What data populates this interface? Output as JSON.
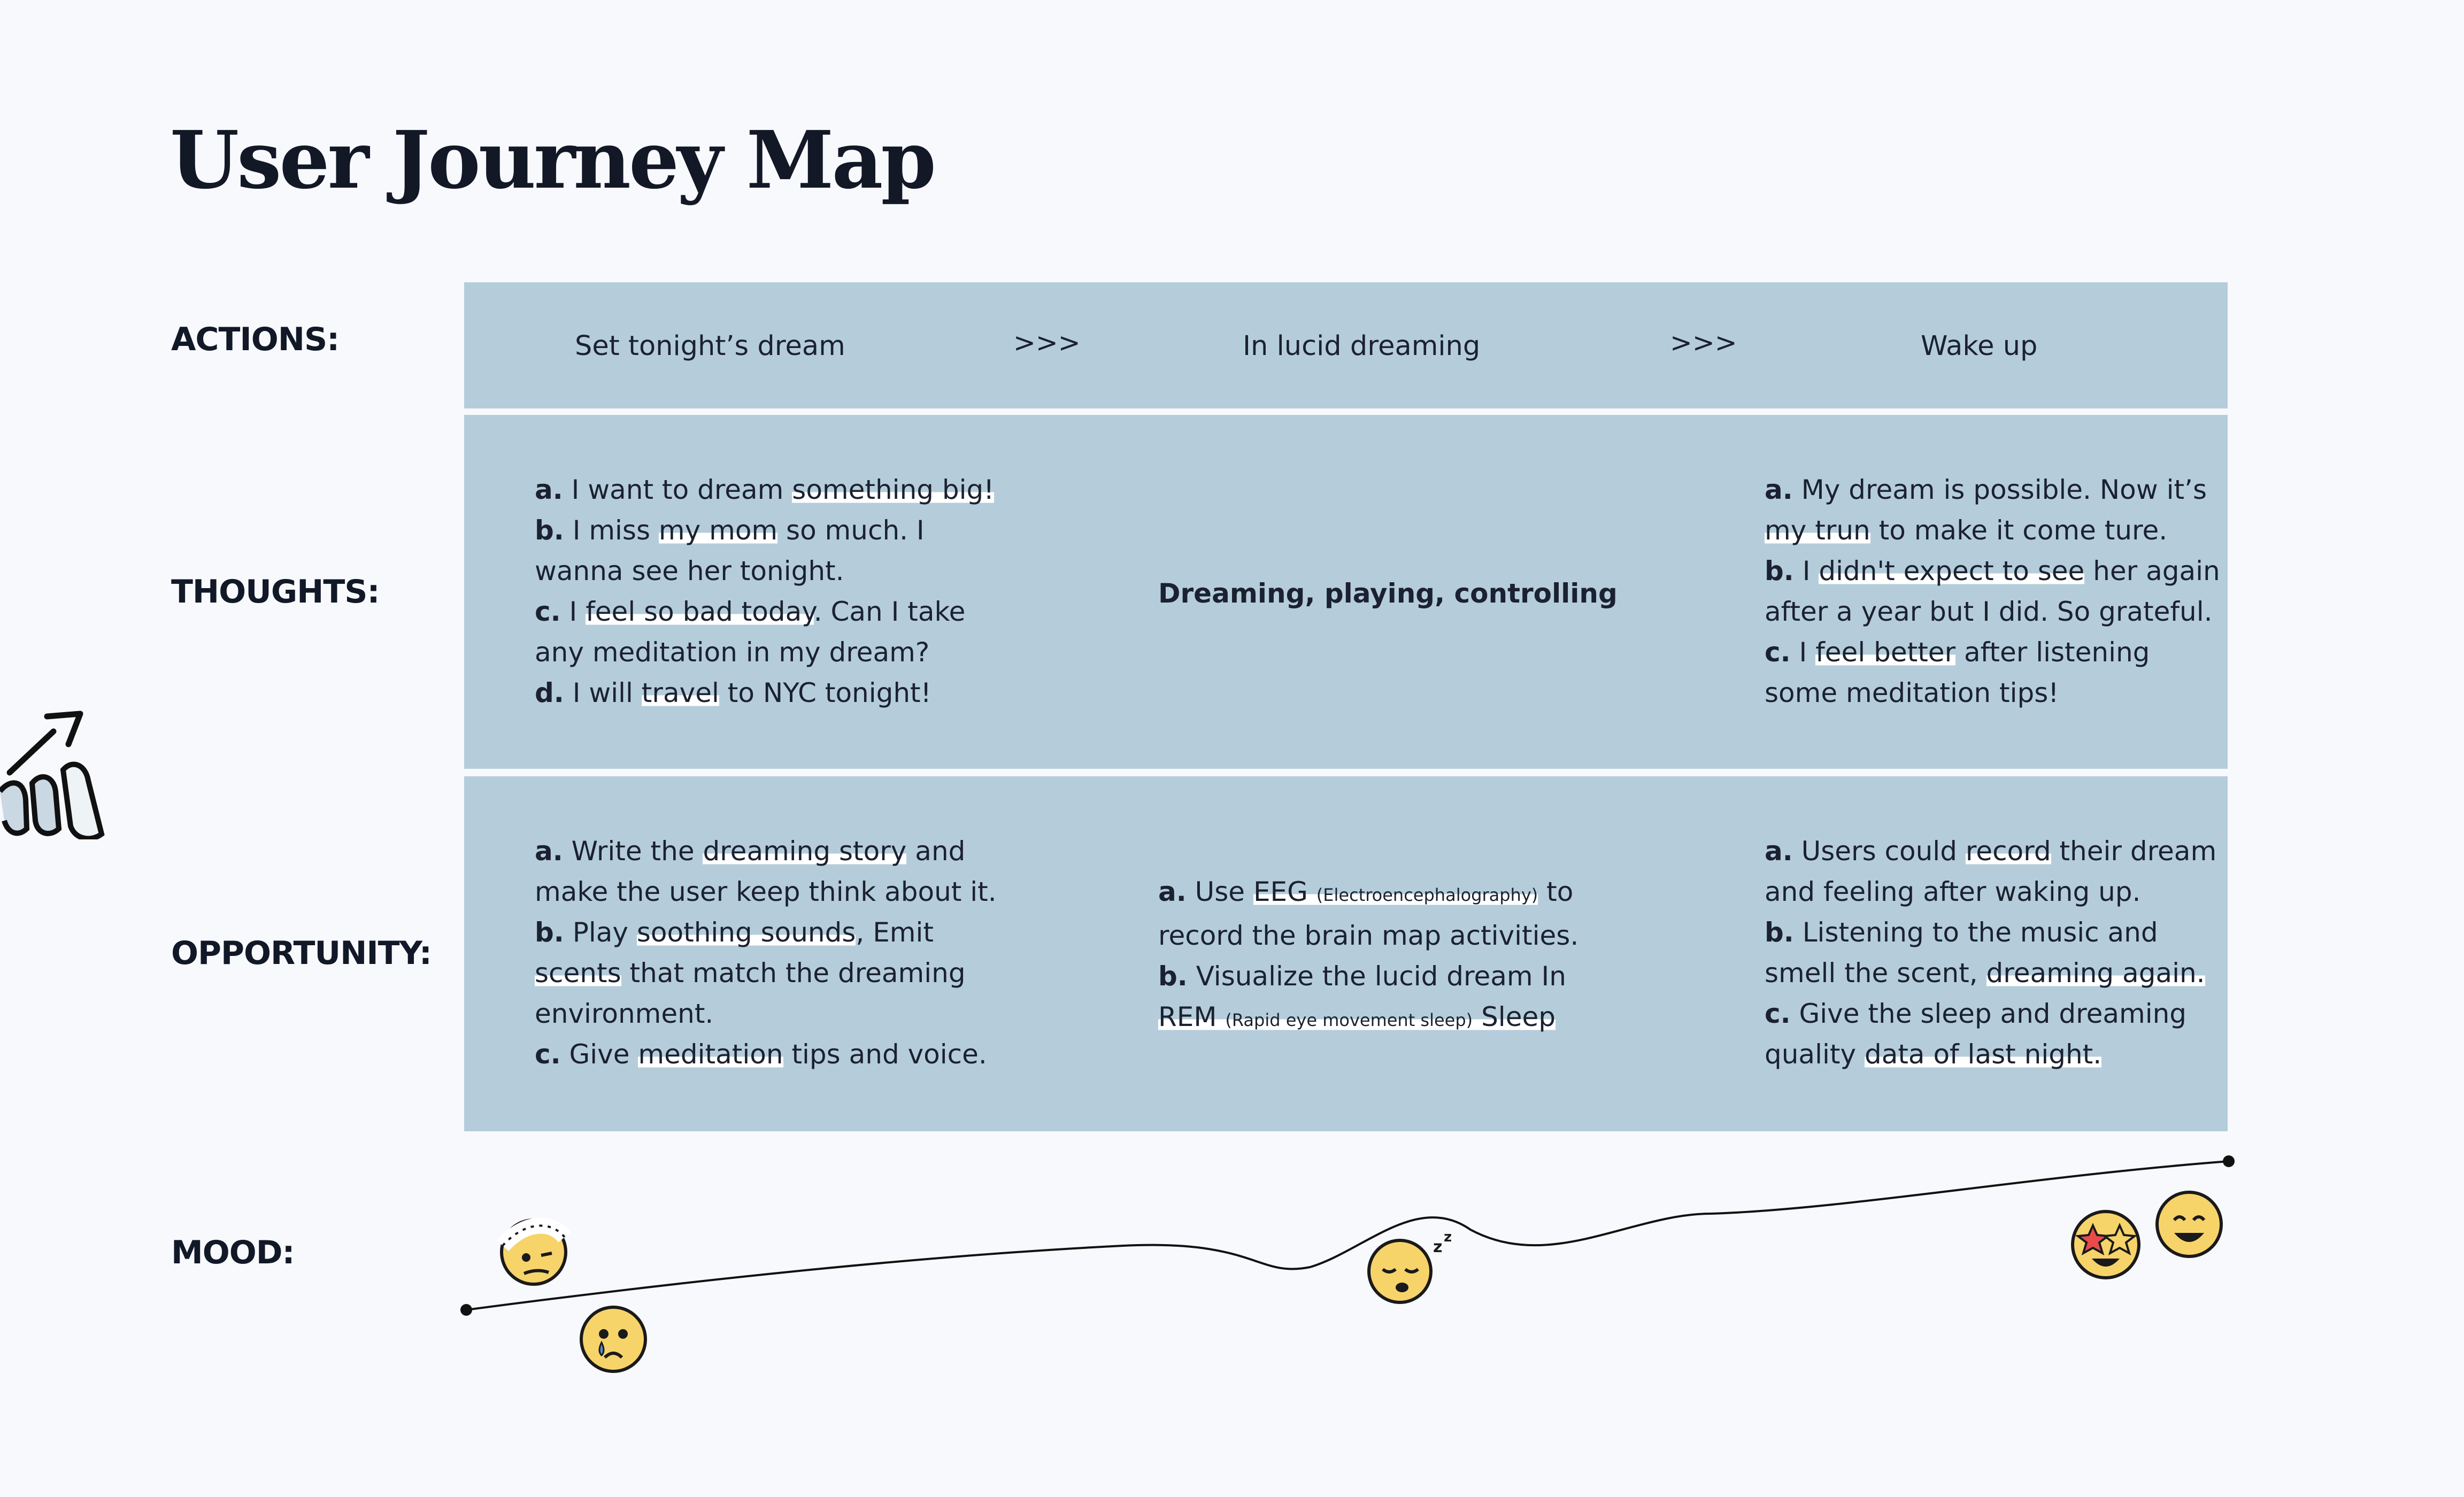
{
  "page": {
    "title": "User Journey Map"
  },
  "labels": {
    "actions": "ACTIONS:",
    "thoughts": "THOUGHTS:",
    "opportunity": "OPPORTUNITY:",
    "mood": "MOOD:"
  },
  "actions": {
    "steps": [
      "Set tonight’s dream",
      "In lucid dreaming",
      "Wake up"
    ],
    "separator": ">>>"
  },
  "thoughts": {
    "col1": {
      "a_letter": "a.",
      "a_pre": " I want to dream ",
      "a_hl": "something big!",
      "b_letter": "b.",
      "b_pre": " I miss ",
      "b_hl": "my mom",
      "b_post": " so much. I",
      "b_line2": "wanna see her tonight.",
      "c_letter": "c.",
      "c_pre": " I ",
      "c_hl": "feel so bad today",
      "c_post": ". Can I take",
      "c_line2": "any meditation in my dream?",
      "d_letter": "d.",
      "d_pre": " I will ",
      "d_hl": "travel",
      "d_post": " to NYC tonight!"
    },
    "col2": {
      "text": "Dreaming, playing, controlling"
    },
    "col3": {
      "a_letter": "a.",
      "a_text": " My dream is possible. Now it’s",
      "a_line2_hl": "my trun",
      "a_line2_post": " to make it come ture.",
      "b_letter": "b.",
      "b_pre": " I ",
      "b_hl": "didn't expect to see",
      "b_post": " her again",
      "b_line2": "after a year but I did. So grateful.",
      "c_letter": "c.",
      "c_pre": " I ",
      "c_hl": "feel better",
      "c_post": " after listening",
      "c_line2": "some meditation tips!"
    }
  },
  "opportunity": {
    "col1": {
      "a_letter": "a.",
      "a_pre": " Write the ",
      "a_hl": "dreaming story",
      "a_post": " and",
      "a_line2": "make the user keep think about it.",
      "b_letter": "b.",
      "b_pre": " Play ",
      "b_hl": "soothing sounds",
      "b_post": ", Emit",
      "b_line2_hl": "scents",
      "b_line2_post": " that match the dreaming",
      "b_line3": "environment.",
      "c_letter": "c.",
      "c_pre": " Give ",
      "c_hl": "meditation",
      "c_post": " tips and voice."
    },
    "col2": {
      "a_letter": "a.",
      "a_pre": " Use ",
      "a_hl": "EEG",
      "a_small": "(Electroencephalography)",
      "a_post": " to",
      "a_line2": "record the brain map activities.",
      "b_letter": "b.",
      "b_text": " Visualize the lucid dream In",
      "b_line2_hl": "REM",
      "b_line2_small": "(Rapid eye movement sleep)",
      "b_line2_hl2": "Sleep"
    },
    "col3": {
      "a_letter": "a.",
      "a_pre": " Users could ",
      "a_hl": "record",
      "a_post": " their dream",
      "a_line2": "and feeling after waking up.",
      "b_letter": "b.",
      "b_text": " Listening to the music and",
      "b_line2_pre": "smell the scent, ",
      "b_line2_hl": "dreaming again.",
      "c_letter": "c.",
      "c_text": " Give the sleep and dreaming",
      "c_line2_pre": "quality ",
      "c_line2_hl": "data of last night."
    }
  },
  "mood": {
    "faces": [
      "bandaged-face-icon",
      "crying-face-icon",
      "sleeping-face-icon",
      "star-struck-face-icon",
      "smiling-face-icon"
    ],
    "colors": {
      "face": "#f7d46a",
      "outline": "#1a1a1a",
      "line": "#111111"
    }
  }
}
